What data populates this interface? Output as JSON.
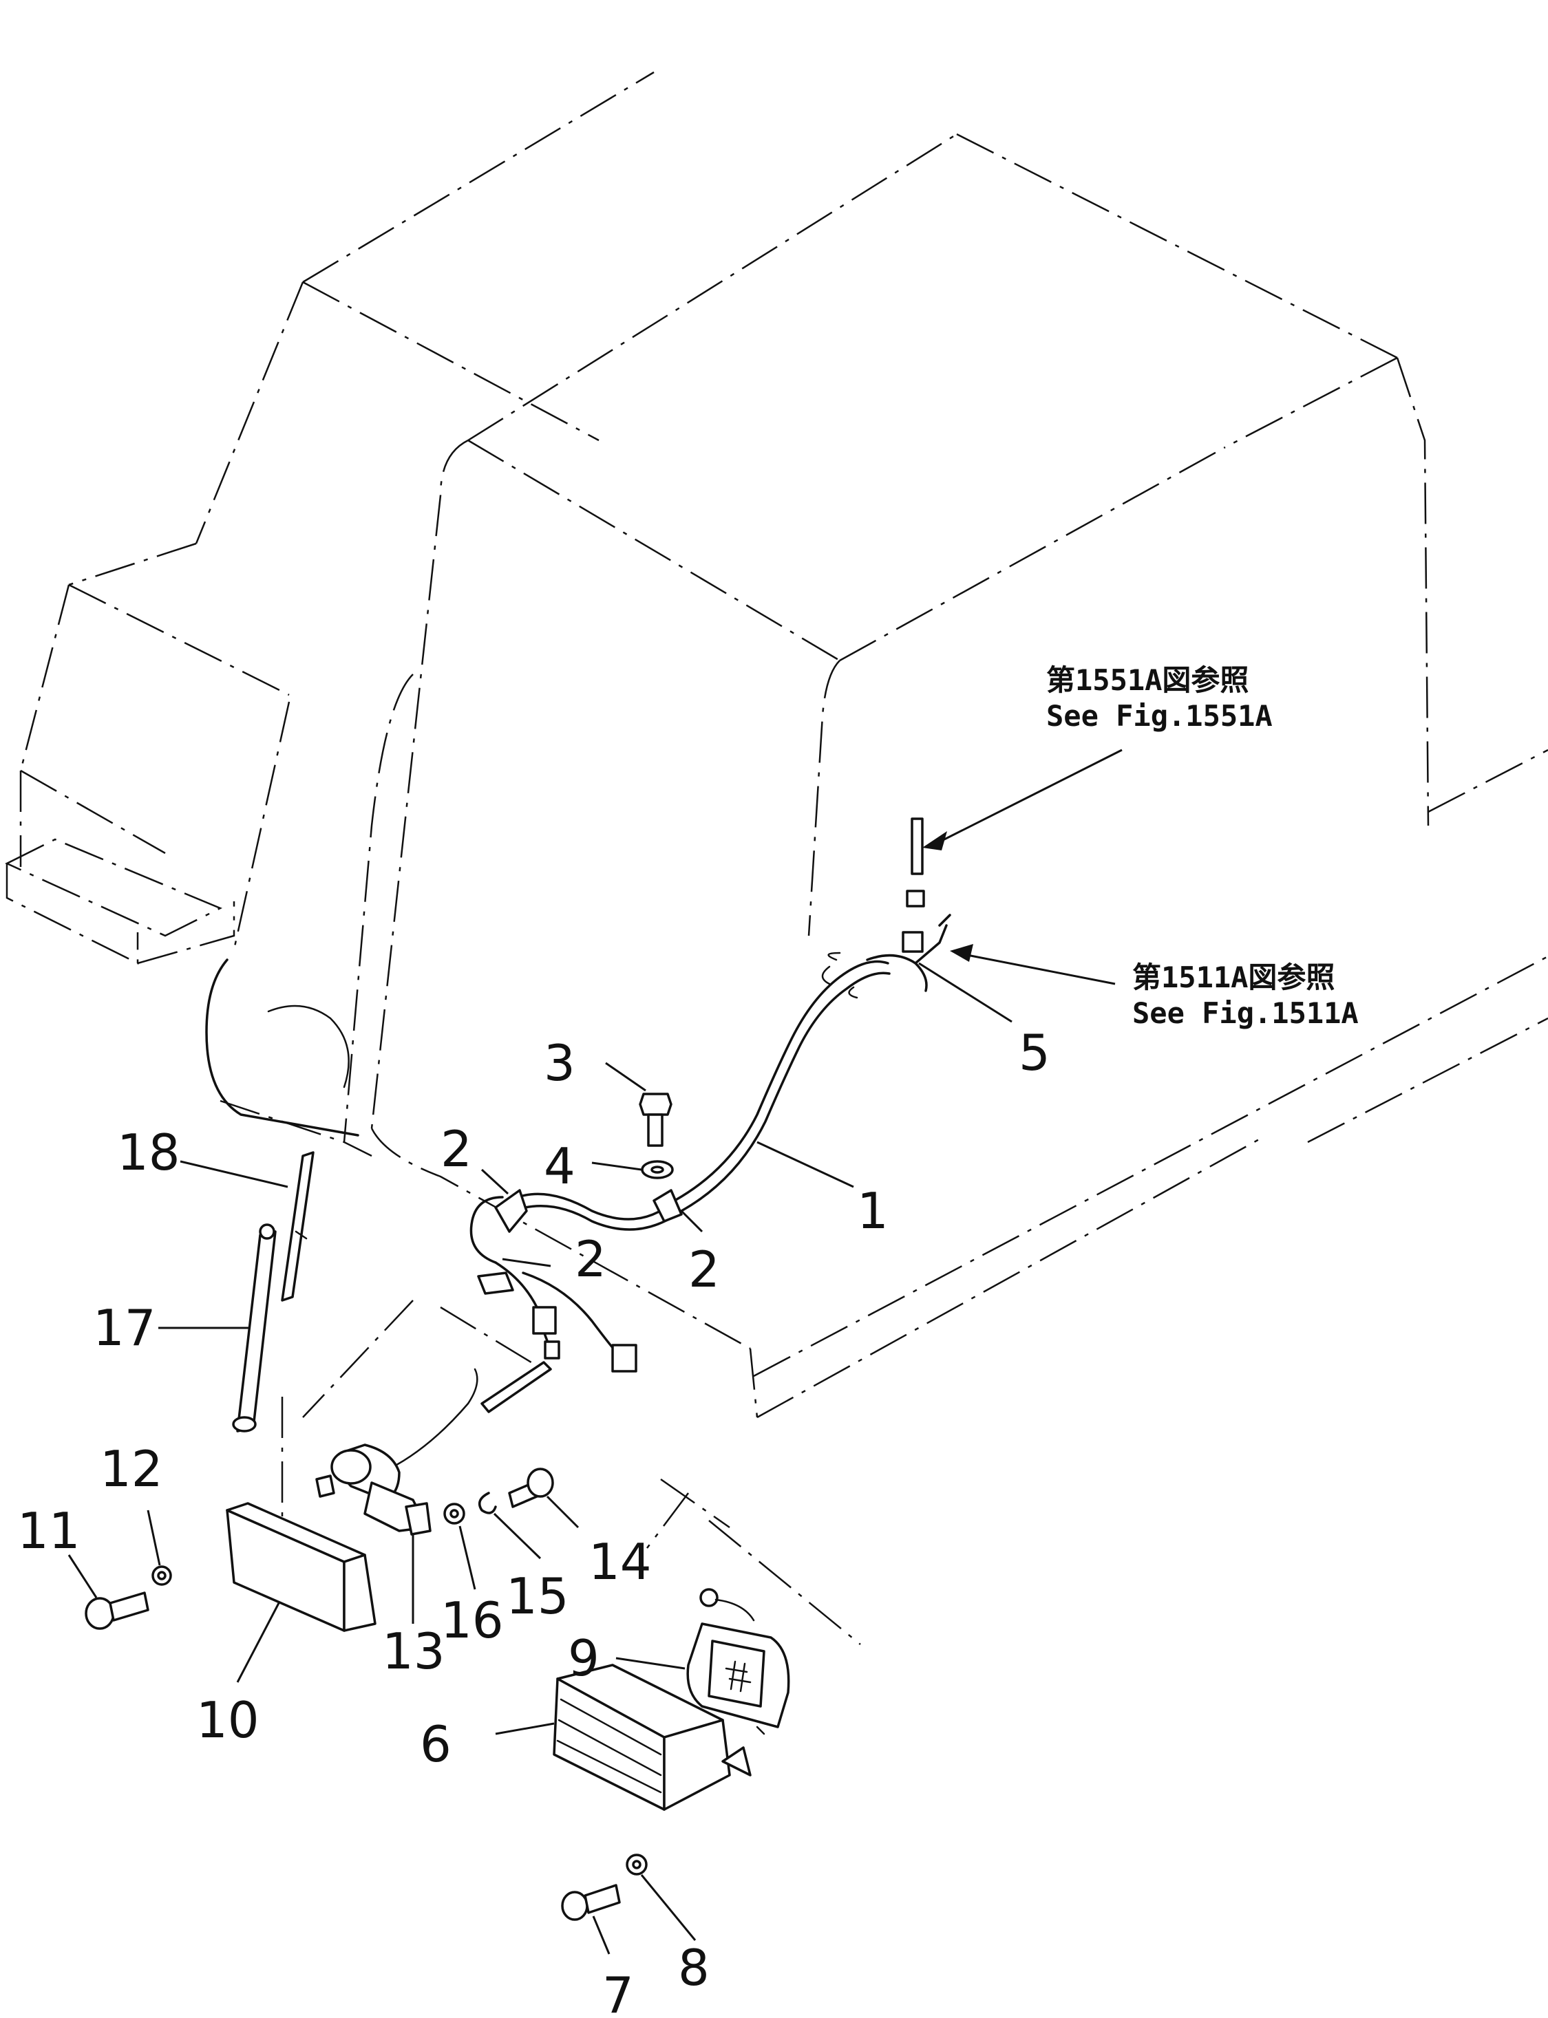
{
  "references": {
    "ref_1551": {
      "jp": "第1551A図参照",
      "en": "See Fig.1551A"
    },
    "ref_1511": {
      "jp": "第1511A図参照",
      "en": "See Fig.1511A"
    }
  },
  "callouts": [
    "1",
    "2",
    "2",
    "2",
    "3",
    "4",
    "5",
    "6",
    "7",
    "8",
    "9",
    "10",
    "11",
    "12",
    "13",
    "14",
    "15",
    "16",
    "17",
    "18"
  ]
}
